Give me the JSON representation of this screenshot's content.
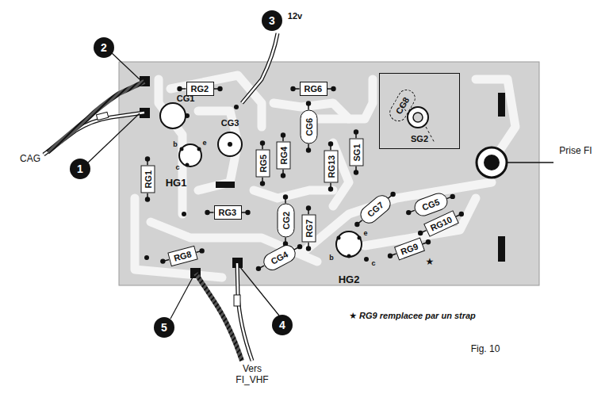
{
  "diagram": {
    "caption": "Fig. 10",
    "nodes": [
      {
        "text": [
          "RG2"
        ]
      },
      {
        "text": [
          "RG6"
        ]
      },
      {
        "text": [
          "SG2"
        ]
      },
      {
        "text": [
          "CG8"
        ],
        "in": 2
      },
      {
        "text": [
          "RG1"
        ]
      },
      {
        "text": [
          "RG5"
        ]
      },
      {
        "text": [
          "RG4"
        ]
      },
      {
        "text": [
          "CG6"
        ]
      },
      {
        "text": [
          "RG13"
        ]
      },
      {
        "text": [
          "SG1"
        ]
      },
      {
        "text": [
          "RG3"
        ]
      },
      {
        "text": [
          "CG2"
        ]
      },
      {
        "text": [
          "RG7"
        ]
      },
      {
        "text": [
          "CG7"
        ]
      },
      {
        "text": [
          "CG5"
        ]
      },
      {
        "text": [
          "RG10"
        ]
      },
      {
        "text": [
          "RG8"
        ]
      },
      {
        "text": [
          "CG4"
        ]
      },
      {
        "text": [
          "RG9"
        ]
      }
    ],
    "labels": [
      "2",
      "1",
      "CAG",
      "3",
      "12v",
      "CG1",
      "CG3",
      "HG1",
      "b",
      "e",
      "c",
      "Prise FI",
      "HG2",
      "e",
      "b",
      "c",
      "★",
      "5",
      "4",
      "Vers FI_VHF",
      "★ RG9 remplacee par un strap"
    ]
  }
}
